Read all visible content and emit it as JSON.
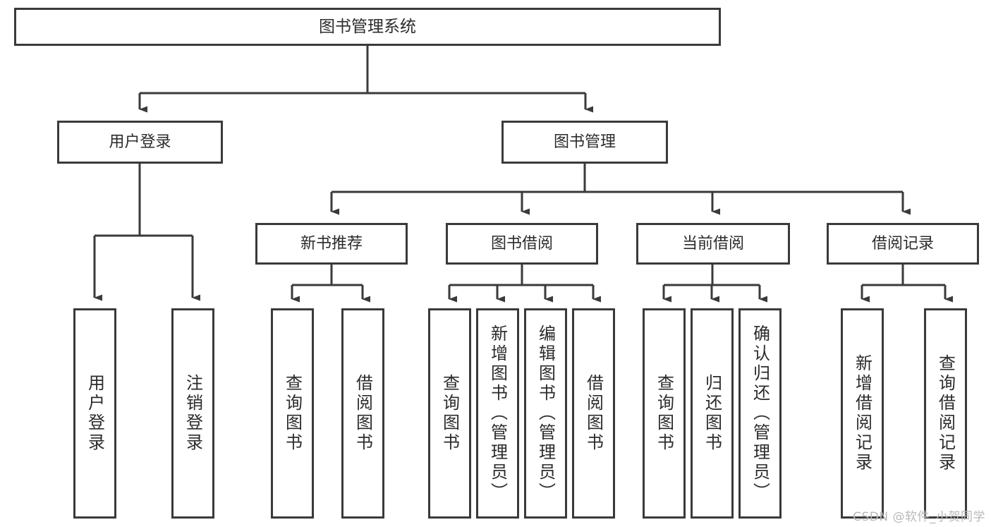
{
  "diagram": {
    "title": "图书管理系统",
    "root": {
      "label": "图书管理系统"
    },
    "level2": [
      {
        "label": "用户登录"
      },
      {
        "label": "图书管理"
      }
    ],
    "level3": [
      {
        "label": "新书推荐"
      },
      {
        "label": "图书借阅"
      },
      {
        "label": "当前借阅"
      },
      {
        "label": "借阅记录"
      }
    ],
    "leaves": {
      "user_login": [
        {
          "label": "用户登录"
        },
        {
          "label": "注销登录"
        }
      ],
      "new_book_recommend": [
        {
          "label": "查询图书"
        },
        {
          "label": "借阅图书"
        }
      ],
      "book_borrow": [
        {
          "label": "查询图书"
        },
        {
          "label": "新增图书（管理员）"
        },
        {
          "label": "编辑图书（管理员）"
        },
        {
          "label": "借阅图书"
        }
      ],
      "current_borrow": [
        {
          "label": "查询图书"
        },
        {
          "label": "归还图书"
        },
        {
          "label": "确认归还（管理员）"
        }
      ],
      "borrow_record": [
        {
          "label": "新增借阅记录"
        },
        {
          "label": "查询借阅记录"
        }
      ]
    }
  },
  "watermark": {
    "text": "CSDN @软件_小贺同学"
  },
  "colors": {
    "stroke": "#3a3a3a",
    "text": "#2b2b2b",
    "background": "#ffffff",
    "watermark": "#b8b8b8"
  }
}
